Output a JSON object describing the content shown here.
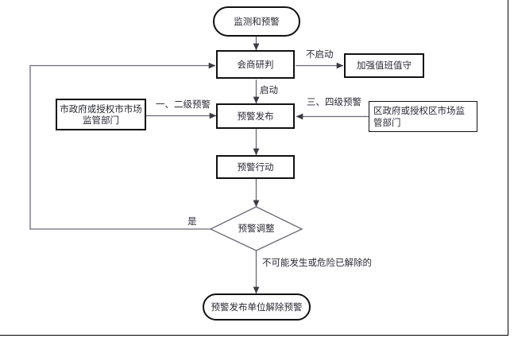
{
  "diagram": {
    "type": "flowchart",
    "title_node": "监测和预警",
    "nodes": {
      "start": {
        "label": "监测和预警",
        "shape": "terminal"
      },
      "consult": {
        "label": "会商研判",
        "shape": "process"
      },
      "duty": {
        "label": "加强值班值守",
        "shape": "process"
      },
      "city_dept": {
        "label": "市政府或授权市市场监管部门",
        "shape": "process"
      },
      "release": {
        "label": "预警发布",
        "shape": "process"
      },
      "district_dept": {
        "label": "区政府或授权区市场监管部门",
        "shape": "process-thin"
      },
      "action": {
        "label": "预警行动",
        "shape": "process"
      },
      "adjust": {
        "label": "预警调整",
        "shape": "decision"
      },
      "end": {
        "label": "预警发布单位解除预警",
        "shape": "terminal"
      }
    },
    "edge_labels": {
      "not_start": "不启动",
      "start": "启动",
      "level_one_two": "一、二级预警",
      "level_three_four": "三、四级预警",
      "yes": "是",
      "resolved": "不可能发生或危险已解除的"
    },
    "colors": {
      "stroke": "#111111",
      "text": "#2a2a35",
      "connector": "#5a5a66",
      "background": "#ffffff"
    }
  }
}
